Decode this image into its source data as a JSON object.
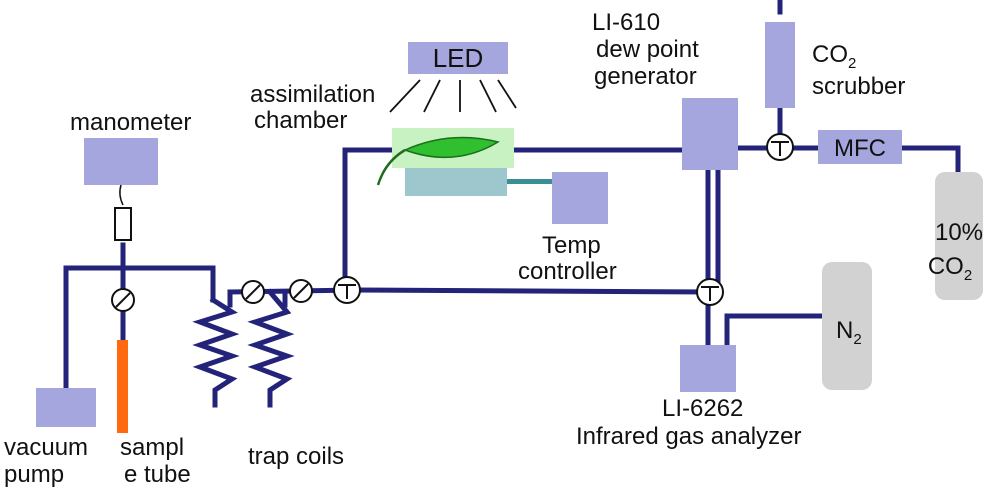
{
  "labels": {
    "led": "LED",
    "manometer": "manometer",
    "assimilation_1": "assimilation",
    "assimilation_2": "chamber",
    "li610_1": "LI-610",
    "li610_2": "dew point",
    "li610_3": "generator",
    "scrubber_1": "CO",
    "scrubber_1_sub": "2",
    "scrubber_2": "scrubber",
    "mfc": "MFC",
    "co2_tank_1": "10%",
    "co2_tank_2": "CO",
    "co2_tank_2_sub": "2",
    "temp_1": "Temp",
    "temp_2": "controller",
    "n2": "N",
    "n2_sub": "2",
    "li6262_1": "LI-6262",
    "li6262_2": "Infrared gas analyzer",
    "vacuum_1": "vacuum",
    "vacuum_2": "pump",
    "sample_1": "sampl",
    "sample_2": "e tube",
    "trap": "trap coils"
  },
  "colors": {
    "pipe": "#23237a",
    "component": "#a6a6de",
    "gas_tank": "#d2d2d2",
    "leaf": "#2fbf2f",
    "chamber": "#c9f2c2",
    "sample_tube": "#ff6a10",
    "heat_exchanger": "#9dc7cc"
  }
}
